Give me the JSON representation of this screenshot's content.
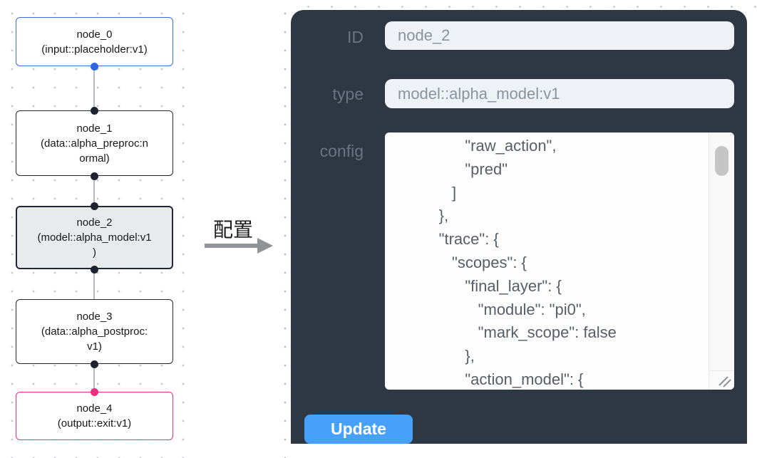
{
  "flow": {
    "nodes": [
      {
        "lines": [
          "node_0",
          "(input::placeholder:v1)"
        ]
      },
      {
        "lines": [
          "node_1",
          "(data::alpha_preproc:n",
          "ormal)"
        ]
      },
      {
        "lines": [
          "node_2",
          "(model::alpha_model:v1",
          ")"
        ]
      },
      {
        "lines": [
          "node_3",
          "(data::alpha_postproc:",
          "v1)"
        ]
      },
      {
        "lines": [
          "node_4",
          "(output::exit:v1)"
        ]
      }
    ]
  },
  "callout": {
    "label": "配置"
  },
  "panel": {
    "id_label": "ID",
    "id_value": "node_2",
    "type_label": "type",
    "type_value": "model::alpha_model:v1",
    "config_label": "config",
    "config_text": "            \"raw_action\",\n            \"pred\"\n         ]\n      },\n      \"trace\": {\n         \"scopes\": {\n            \"final_layer\": {\n               \"module\": \"pi0\",\n               \"mark_scope\": false\n            },\n            \"action_model\": {",
    "update_label": "Update"
  },
  "colors": {
    "panel_bg": "#2e3845",
    "input_node_border": "#3b6fe0",
    "default_node_border": "#222733",
    "selected_node_bg": "#e9eaec",
    "output_node_border": "#e7307f",
    "port_blue": "#2f66e0",
    "port_dark": "#1d2330",
    "port_pink": "#e7307f",
    "update_button_bg": "#47a0fa",
    "field_bg": "#eef1f5"
  }
}
